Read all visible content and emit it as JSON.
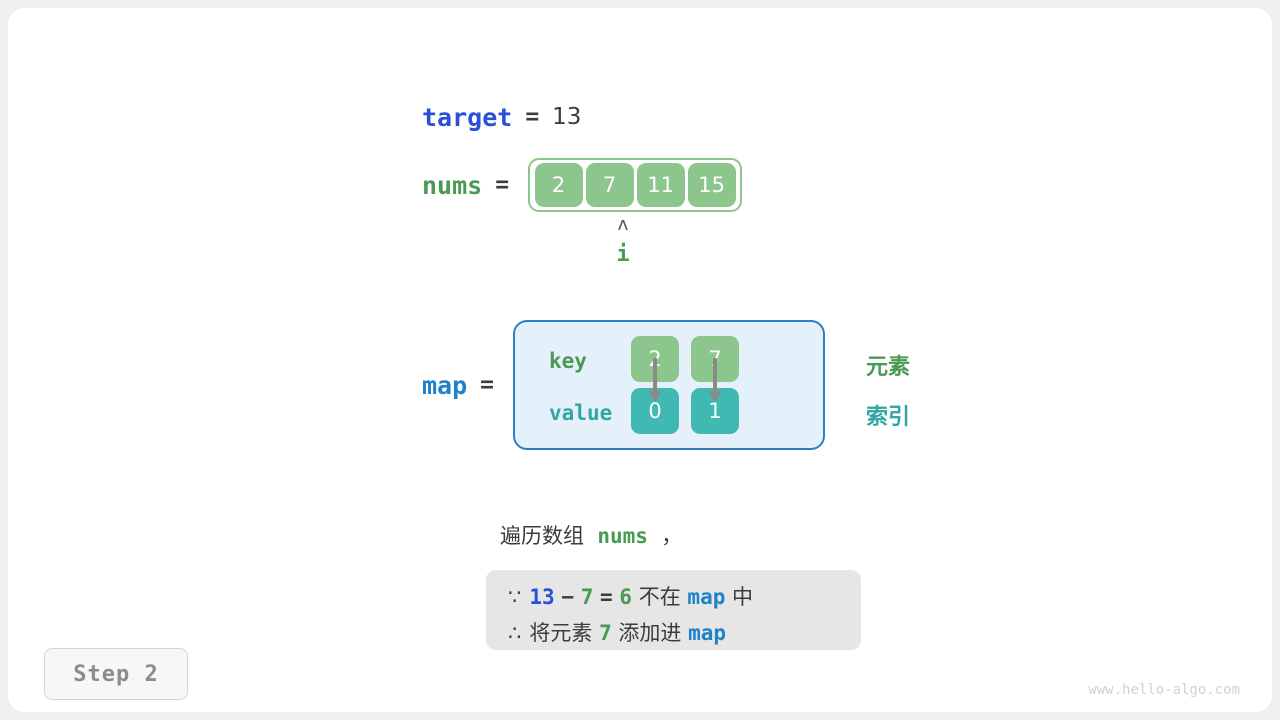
{
  "watermark": "www.hello-algo.com",
  "step_badge": {
    "label": "Step 2"
  },
  "target": {
    "name": "target",
    "equals": "=",
    "value": "13"
  },
  "nums": {
    "name": "nums",
    "equals": "=",
    "cells": [
      "2",
      "7",
      "11",
      "15"
    ],
    "pointer": {
      "caret": "ʌ",
      "label": "i",
      "index": 1
    }
  },
  "map": {
    "name": "map",
    "equals": "=",
    "row_labels": {
      "key": "key",
      "value": "value"
    },
    "entries": [
      {
        "key": "2",
        "value": "0"
      },
      {
        "key": "7",
        "value": "1"
      }
    ],
    "legend": {
      "element": "元素",
      "index": "索引"
    }
  },
  "caption": {
    "prefix": "遍历数组",
    "code": "nums",
    "suffix": "，"
  },
  "explanation": {
    "line1": {
      "symbol": "∵",
      "a": "13",
      "minus": "−",
      "b": "7",
      "eq": "=",
      "result": "6",
      "mid": "不在",
      "code": "map",
      "tail": "中"
    },
    "line2": {
      "symbol": "∴",
      "prefix": "将元素",
      "num": "7",
      "mid": "添加进",
      "code": "map"
    }
  },
  "colors": {
    "green": "#4a9a54",
    "cell_green": "#8cc68c",
    "teal": "#3fb9b2",
    "blue": "#1f81c9",
    "indigo": "#2b4fd8",
    "map_bg": "#e4f1fb",
    "map_border": "#2f7dc6",
    "explain_bg": "#e6e6e6"
  }
}
